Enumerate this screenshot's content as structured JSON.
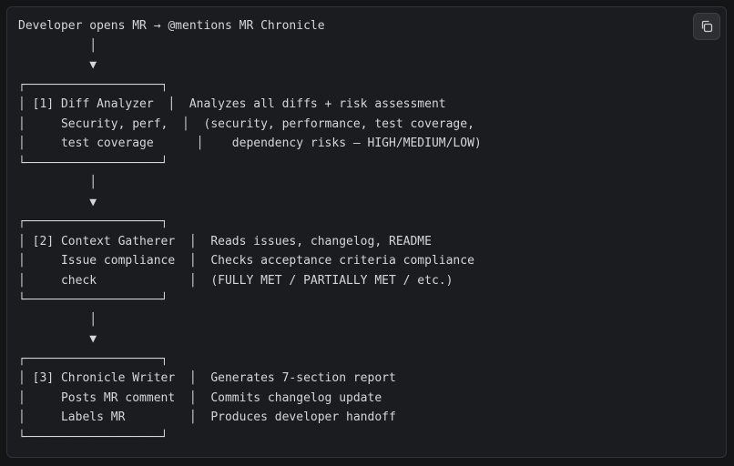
{
  "code_block": {
    "language": "text",
    "lines": [
      "Developer opens MR → @mentions MR Chronicle",
      "          │",
      "          ▼",
      "┌───────────────────┐",
      "│ [1] Diff Analyzer  │  Analyzes all diffs + risk assessment",
      "│     Security, perf,  │  (security, performance, test coverage,",
      "│     test coverage      │    dependency risks — HIGH/MEDIUM/LOW)",
      "└───────────────────┘",
      "          │",
      "          ▼",
      "┌───────────────────┐",
      "│ [2] Context Gatherer  │  Reads issues, changelog, README",
      "│     Issue compliance  │  Checks acceptance criteria compliance",
      "│     check             │  (FULLY MET / PARTIALLY MET / etc.)",
      "└───────────────────┘",
      "          │",
      "          ▼",
      "┌───────────────────┐",
      "│ [3] Chronicle Writer  │  Generates 7-section report",
      "│     Posts MR comment  │  Commits changelog update",
      "│     Labels MR         │  Produces developer handoff",
      "└───────────────────┘"
    ]
  },
  "copy_button": {
    "icon": "copy-icon"
  }
}
